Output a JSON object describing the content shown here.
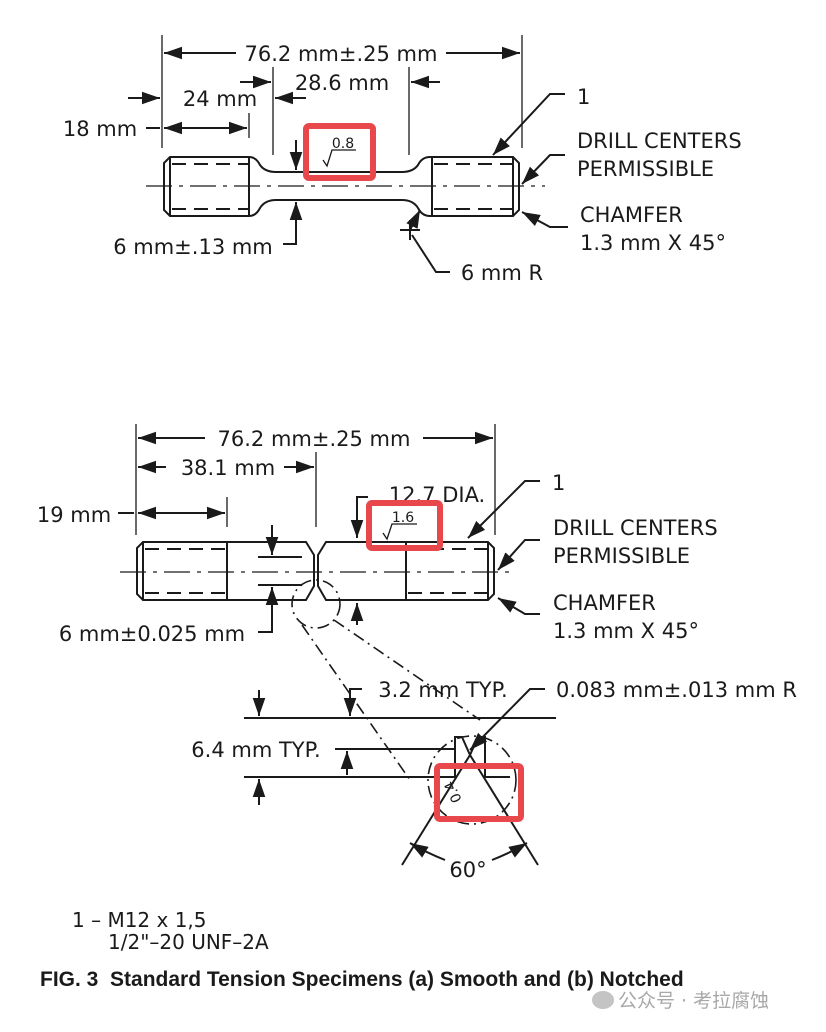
{
  "figure": {
    "caption": "FIG. 3  Standard Tension Specimens (a) Smooth and (b) Notched",
    "watermark": "公众号 · 考拉腐蚀",
    "highlight_color": "#e8474c"
  },
  "smooth_specimen": {
    "overall_length": "76.2 mm±.25 mm",
    "reduced_section_length": "28.6 mm",
    "grip_offset": "24 mm",
    "thread_length": "18 mm",
    "surface_finish": "0.8",
    "gauge_diameter": "6 mm±.13 mm",
    "fillet_radius": "6 mm R",
    "callout_thread": "1",
    "drill_centers_line1": "DRILL CENTERS",
    "drill_centers_line2": "PERMISSIBLE",
    "chamfer_line1": "CHAMFER",
    "chamfer_line2": "1.3 mm X 45°"
  },
  "notched_specimen": {
    "overall_length": "76.2 mm±.25 mm",
    "notch_position": "38.1 mm",
    "thread_length": "19 mm",
    "body_diameter": "12.7 DIA.",
    "surface_finish": "1.6",
    "notch_root_diameter": "6 mm±0.025 mm",
    "callout_thread": "1",
    "drill_centers_line1": "DRILL CENTERS",
    "drill_centers_line2": "PERMISSIBLE",
    "chamfer_line1": "CHAMFER",
    "chamfer_line2": "1.3 mm X 45°"
  },
  "notch_detail": {
    "notch_width": "3.2 mm TYP.",
    "notch_root_radius": "0.083 mm±.013 mm R",
    "notch_depth": "6.4 mm TYP.",
    "notch_angle": "60°",
    "surface_finish": "0.4"
  },
  "notes": {
    "thread_line1": "1 – M12 x 1,5",
    "thread_line2": "1/2\"–20 UNF–2A"
  }
}
